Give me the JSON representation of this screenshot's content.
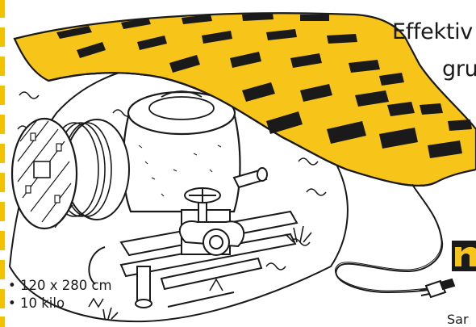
{
  "headline": {
    "line1": "Effektiv",
    "line2": "gru"
  },
  "specs": [
    "• 120 x 280 cm",
    "• 10 kilo"
  ],
  "bottom_right_text": "Sar",
  "colors": {
    "mat_yellow": "#f7c41a",
    "ink": "#1a1a1a",
    "background": "#ffffff",
    "border_dash": "#f2c200"
  },
  "icons": {
    "logo": "yellow-black-logo-block",
    "plug": "power-plug-icon"
  }
}
